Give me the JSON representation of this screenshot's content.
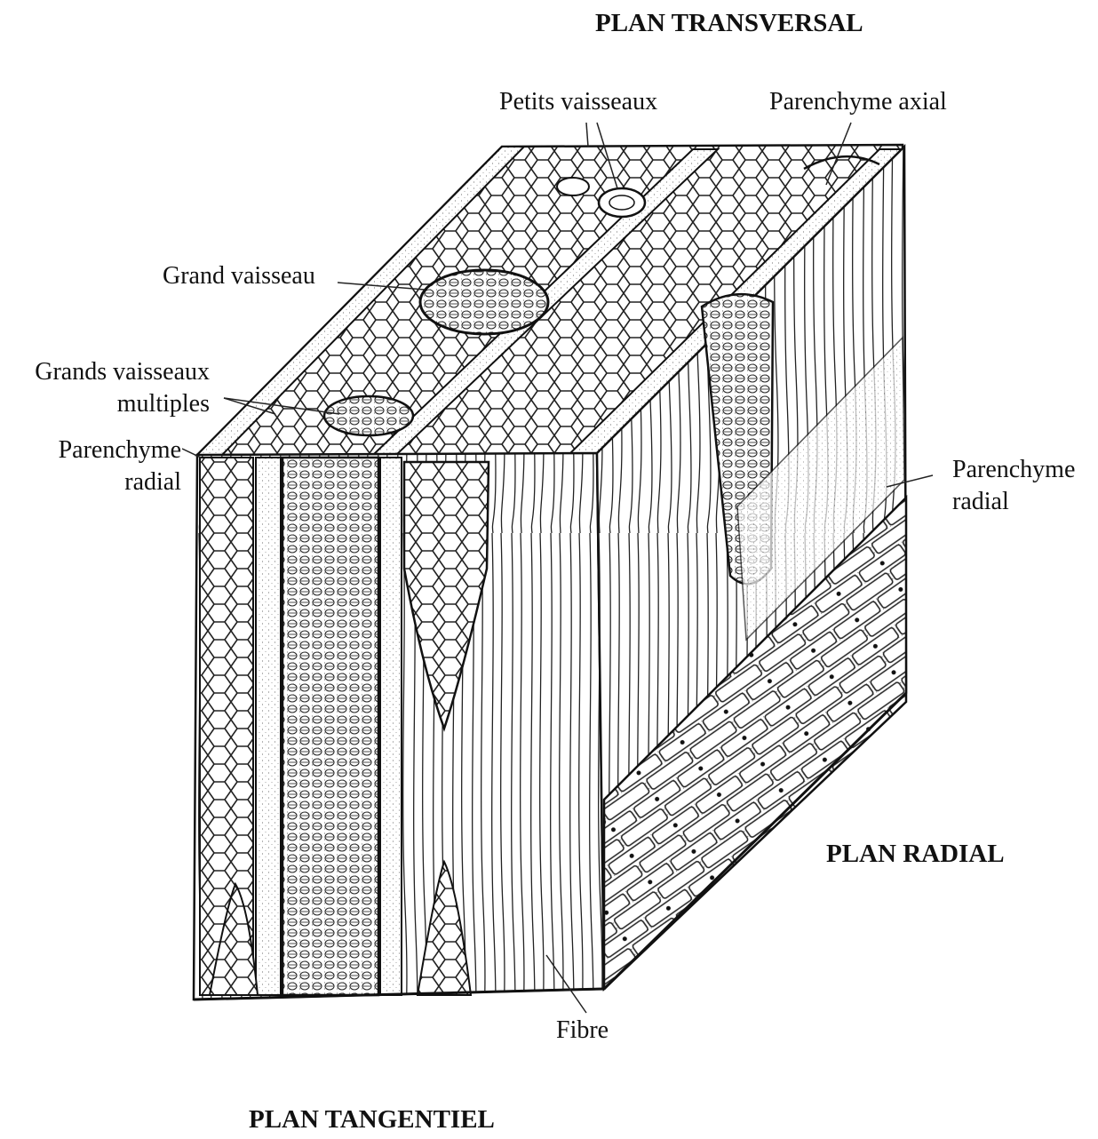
{
  "planes": {
    "transversal": "PLAN TRANSVERSAL",
    "radial": "PLAN RADIAL",
    "tangentiel": "PLAN TANGENTIEL"
  },
  "labels": {
    "petits_vaisseaux": "Petits vaisseaux",
    "parenchyme_axial": "Parenchyme axial",
    "grand_vaisseau": "Grand vaisseau",
    "grands_vaisseaux_l1": "Grands vaisseaux",
    "grands_vaisseaux_l2": "multiples",
    "parenchyme_radial_left_l1": "Parenchyme",
    "parenchyme_radial_left_l2": "radial",
    "parenchyme_radial_right_l1": "Parenchyme",
    "parenchyme_radial_right_l2": "radial",
    "fibre": "Fibre"
  },
  "colors": {
    "ink": "#1a1a1a",
    "paper": "#ffffff",
    "stipple": "#9a9a9a"
  }
}
